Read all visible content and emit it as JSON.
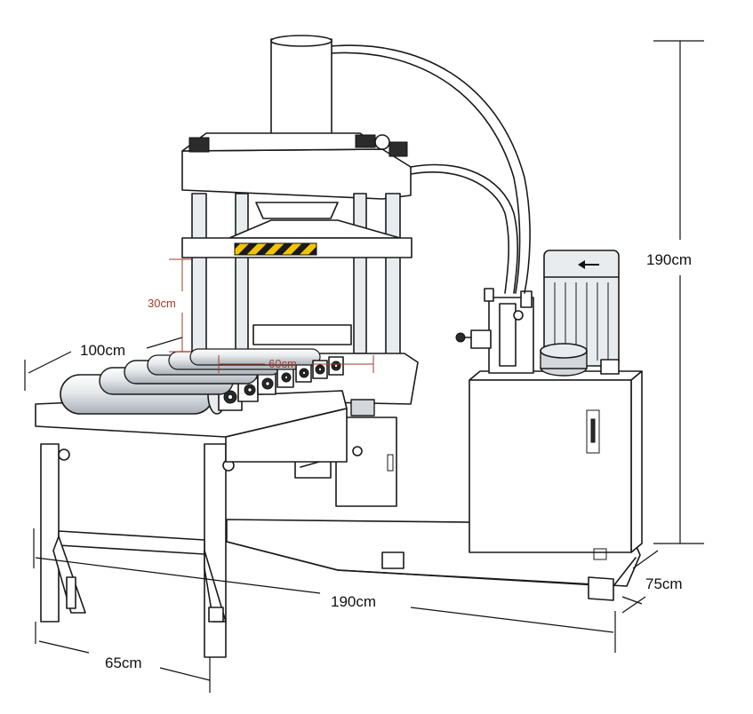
{
  "dimensions": {
    "height_overall": "190cm",
    "length_overall": "190cm",
    "depth_base": "75cm",
    "conveyor_width": "65cm",
    "conveyor_length": "100cm",
    "stroke_opening": "30cm",
    "table_width": "60cm"
  },
  "colors": {
    "dimension_line": "#111111",
    "inner_dimension": "#a33a2a",
    "warning_stripe_yellow": "#f2c400",
    "warning_stripe_black": "#1a1a1a",
    "steel": "#e9ecef"
  },
  "icons": {
    "motor_direction": "arrow-left-icon"
  }
}
